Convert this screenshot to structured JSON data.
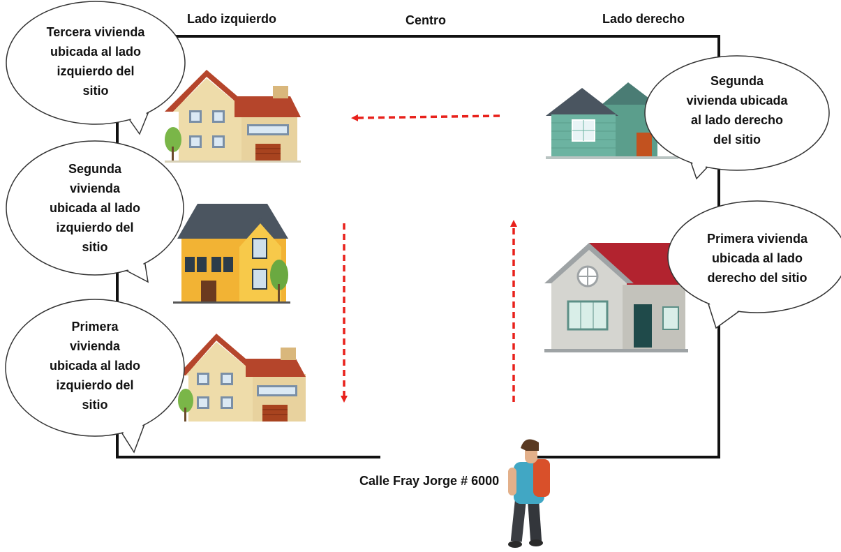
{
  "headers": {
    "left": "Lado izquierdo",
    "center": "Centro",
    "right": "Lado derecho"
  },
  "street": "Calle Fray Jorge # 6000",
  "bubbles": {
    "left_third": [
      "Tercera vivienda",
      "ubicada al lado",
      "izquierdo del",
      "sitio"
    ],
    "left_second": [
      "Segunda",
      "vivienda",
      "ubicada al lado",
      "izquierdo del",
      "sitio"
    ],
    "left_first": [
      "Primera",
      "vivienda",
      "ubicada al lado",
      "izquierdo del",
      "sitio"
    ],
    "right_second": [
      "Segunda",
      "vivienda ubicada",
      "al lado derecho",
      "del sitio"
    ],
    "right_first": [
      "Primera vivienda",
      "ubicada al lado",
      "derecho del sitio"
    ]
  },
  "colors": {
    "arrow": "#e8211b",
    "border": "#111111"
  },
  "icons": [
    "house-icon",
    "person-icon"
  ]
}
